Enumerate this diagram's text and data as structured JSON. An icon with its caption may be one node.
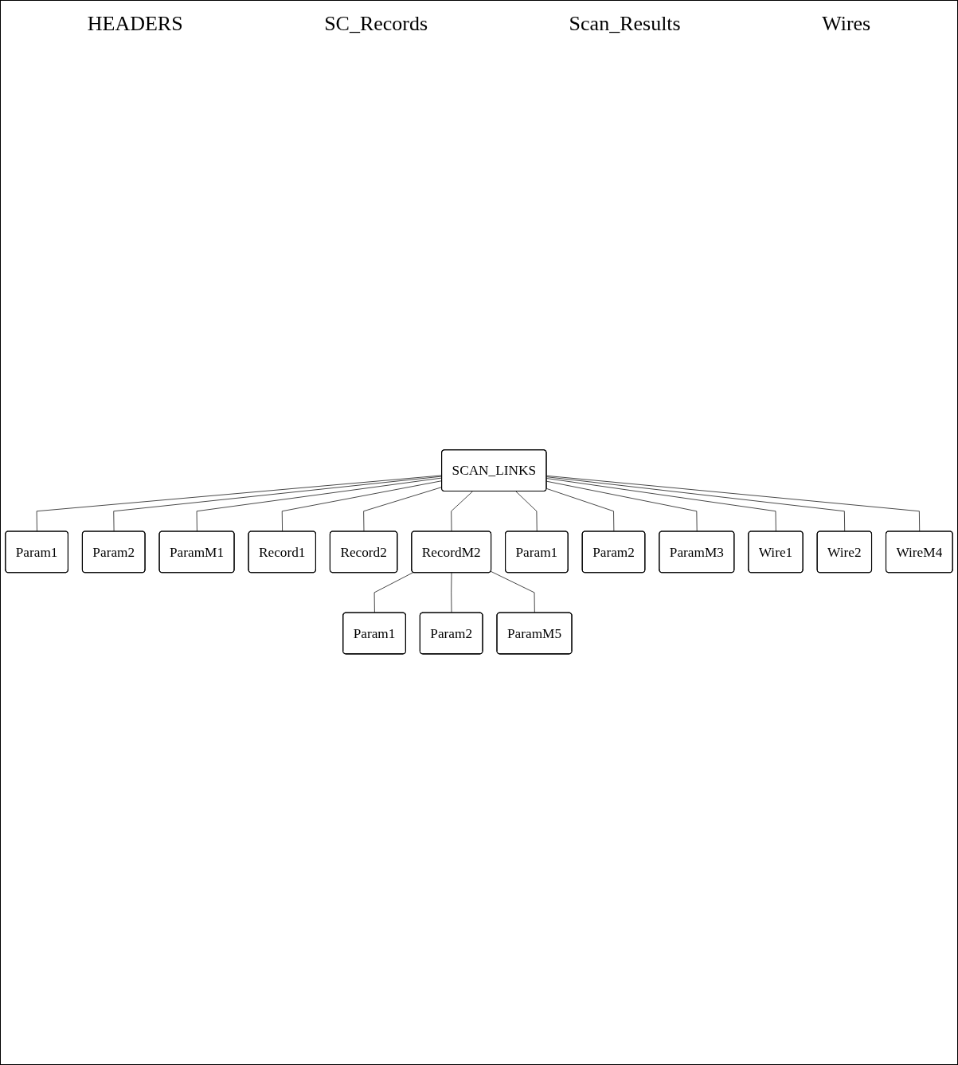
{
  "diagram": {
    "nodes": [
      {
        "text": [
          "SCAN_LINKS"
        ]
      },
      {
        "text": [
          "Param1"
        ]
      },
      {
        "text": [
          "Param2"
        ]
      },
      {
        "text": [
          "ParamM1"
        ]
      },
      {
        "text": [
          "Record1"
        ]
      },
      {
        "text": [
          "Record2"
        ]
      },
      {
        "text": [
          "RecordM2"
        ]
      },
      {
        "text": [
          "Param1"
        ]
      },
      {
        "text": [
          "Param2"
        ]
      },
      {
        "text": [
          "ParamM3"
        ]
      },
      {
        "text": [
          "Wire1"
        ]
      },
      {
        "text": [
          "Wire2"
        ]
      },
      {
        "text": [
          "WireM4"
        ]
      },
      {
        "text": [
          "Param1"
        ]
      },
      {
        "text": [
          "Param2"
        ]
      },
      {
        "text": [
          "ParamM5"
        ]
      }
    ],
    "edges": [
      {
        "from": 0,
        "to": 1,
        "arrow": "none"
      },
      {
        "from": 0,
        "to": 2,
        "arrow": "none"
      },
      {
        "from": 0,
        "to": 3,
        "arrow": "none"
      },
      {
        "from": 0,
        "to": 4,
        "arrow": "none"
      },
      {
        "from": 0,
        "to": 5,
        "arrow": "none"
      },
      {
        "from": 0,
        "to": 6,
        "arrow": "none"
      },
      {
        "from": 0,
        "to": 7,
        "arrow": "none"
      },
      {
        "from": 0,
        "to": 8,
        "arrow": "none"
      },
      {
        "from": 0,
        "to": 9,
        "arrow": "none"
      },
      {
        "from": 0,
        "to": 10,
        "arrow": "none"
      },
      {
        "from": 0,
        "to": 11,
        "arrow": "none"
      },
      {
        "from": 0,
        "to": 12,
        "arrow": "none"
      },
      {
        "from": 6,
        "to": 13,
        "arrow": "none"
      },
      {
        "from": 6,
        "to": 14,
        "arrow": "none"
      },
      {
        "from": 6,
        "to": 15,
        "arrow": "none"
      }
    ],
    "labels": [
      "HEADERS",
      "SC_Records",
      "Scan_Results",
      "Wires"
    ]
  }
}
